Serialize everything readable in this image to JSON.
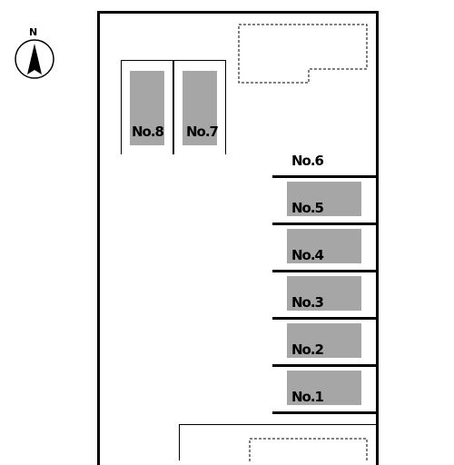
{
  "compass": {
    "label": "N",
    "icon": "north-arrow-icon"
  },
  "spaces": [
    {
      "id": "no1",
      "label": "No.1",
      "occupied": true
    },
    {
      "id": "no2",
      "label": "No.2",
      "occupied": true
    },
    {
      "id": "no3",
      "label": "No.3",
      "occupied": true
    },
    {
      "id": "no4",
      "label": "No.4",
      "occupied": true
    },
    {
      "id": "no5",
      "label": "No.5",
      "occupied": true
    },
    {
      "id": "no6",
      "label": "No.6",
      "occupied": false
    },
    {
      "id": "no7",
      "label": "No.7",
      "occupied": true
    },
    {
      "id": "no8",
      "label": "No.8",
      "occupied": true
    }
  ],
  "colors": {
    "occupied_fill": "#a6a6a6",
    "line": "#000000",
    "background": "#ffffff"
  }
}
